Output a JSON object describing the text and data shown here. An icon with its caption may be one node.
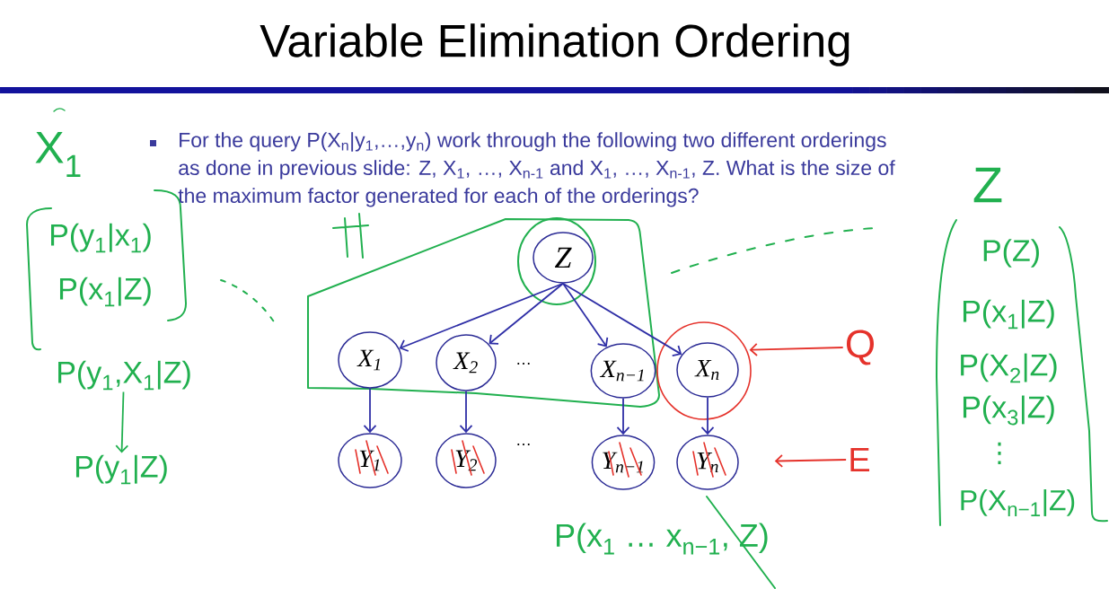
{
  "diagram": {
    "title": "Variable Elimination Ordering",
    "nodes": [
      {
        "text": [
          "Z"
        ]
      },
      {
        "text": [
          "X$_{1}$"
        ]
      },
      {
        "text": [
          "X$_{2}$"
        ]
      },
      {
        "text": [
          "X$_{n−1}$"
        ]
      },
      {
        "text": [
          "X$_{n}$"
        ]
      },
      {
        "text": [
          "Y$_{1}$"
        ]
      },
      {
        "text": [
          "Y$_{2}$"
        ]
      },
      {
        "text": [
          "Y$_{n−1}$"
        ]
      },
      {
        "text": [
          "Y$_{n}$"
        ]
      },
      {
        "text": [
          "Q"
        ]
      },
      {
        "text": [
          "E"
        ]
      },
      {
        "text": [
          "P(y$_{1}$,X$_{1}$|Z)"
        ]
      },
      {
        "text": [
          "P(y$_{1}$|Z)"
        ]
      }
    ],
    "edges": [
      {
        "from": 0,
        "to": 1,
        "arrow": "to"
      },
      {
        "from": 0,
        "to": 2,
        "arrow": "to"
      },
      {
        "from": 0,
        "to": 3,
        "arrow": "to"
      },
      {
        "from": 0,
        "to": 4,
        "arrow": "to"
      },
      {
        "from": 1,
        "to": 5,
        "arrow": "to"
      },
      {
        "from": 2,
        "to": 6,
        "arrow": "to"
      },
      {
        "from": 3,
        "to": 7,
        "arrow": "to"
      },
      {
        "from": 4,
        "to": 8,
        "arrow": "to"
      },
      {
        "from": 9,
        "to": 4,
        "arrow": "to",
        "color": "#e5322b"
      },
      {
        "from": 10,
        "to": 8,
        "arrow": "to",
        "color": "#e5322b"
      },
      {
        "from": 11,
        "to": 12,
        "arrow": "to",
        "color": "#21b04f"
      }
    ],
    "labels": [
      "For the query P(X$_{n}$|y$_{1}$,…,y$_{n}$) work through the following two different orderings as done in previous slide: Z, X$_{1}$, …, X$_{n-1}$ and X$_{1}$, …, X$_{n-1}$, Z. What is the size of the maximum factor generated for each of the orderings?",
      "X$_{1}$",
      "P(y$_{1}$|x$_{1}$)",
      "P(x$_{1}$|Z)",
      "Z",
      "P(Z)",
      "P(x$_{1}$|Z)",
      "…",
      "P(X$_{2}$|Z)",
      "P(x$_{3}$|Z)",
      "⋮",
      "…",
      "P(X$_{n−1}$|Z)",
      "P(x$_{1}$ … x$_{n−1}$, Z)"
    ]
  }
}
